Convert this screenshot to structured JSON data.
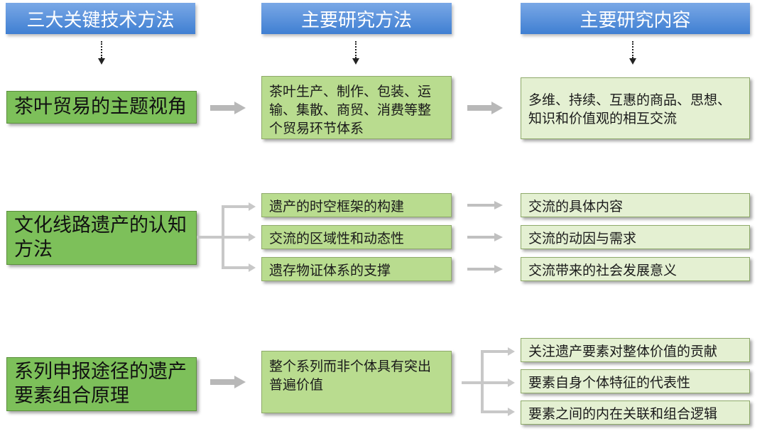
{
  "headers": [
    "三大关键技术方法",
    "主要研究方法",
    "主要研究内容"
  ],
  "rows": [
    {
      "key": "茶叶贸易的主题视角",
      "method": "茶叶生产、制作、包装、运输、集散、商贸、消费等整个贸易环节体系",
      "content": "多维、持续、互惠的商品、思想、知识和价值观的相互交流"
    },
    {
      "key": "文化线路遗产的认知方法",
      "methods": [
        "遗产的时空框架的构建",
        "交流的区域性和动态性",
        "遗存物证体系的支撑"
      ],
      "contents": [
        "交流的具体内容",
        "交流的动因与需求",
        "交流带来的社会发展意义"
      ]
    },
    {
      "key": "系列申报途径的遗产要素组合原理",
      "method": "整个系列而非个体具有突出普遍价值",
      "contents": [
        "关注遗产要素对整体价值的贡献",
        "要素自身个体特征的代表性",
        "要素之间的内在关联和组合逻辑"
      ]
    }
  ],
  "colors": {
    "header": "#4a88d8",
    "key_box": "#7dc05a",
    "method_box": "#b9dc8f",
    "content_box": "#e4f0d2",
    "arrow": "#c0c0c0"
  }
}
